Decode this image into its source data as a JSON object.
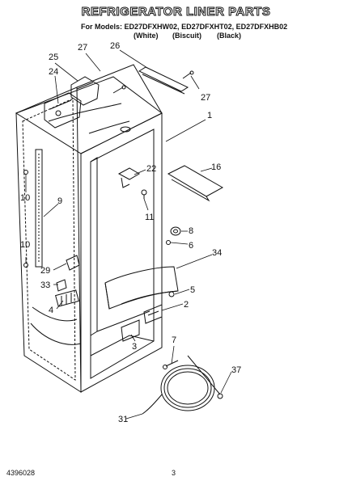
{
  "header": {
    "title": "REFRIGERATOR LINER PARTS",
    "models_label": "For Models:",
    "models": [
      "ED27DFXHW02",
      "ED27DFXHT02",
      "ED27DFXHB02"
    ],
    "colors": [
      "(White)",
      "(Biscuit)",
      "(Black)"
    ]
  },
  "callouts": [
    "25",
    "27",
    "26",
    "24",
    "27",
    "1",
    "22",
    "16",
    "10",
    "9",
    "11",
    "8",
    "6",
    "10",
    "34",
    "29",
    "5",
    "33",
    "4",
    "2",
    "3",
    "7",
    "37",
    "31"
  ],
  "footer": {
    "doc_number": "4396028",
    "page_number": "3"
  }
}
